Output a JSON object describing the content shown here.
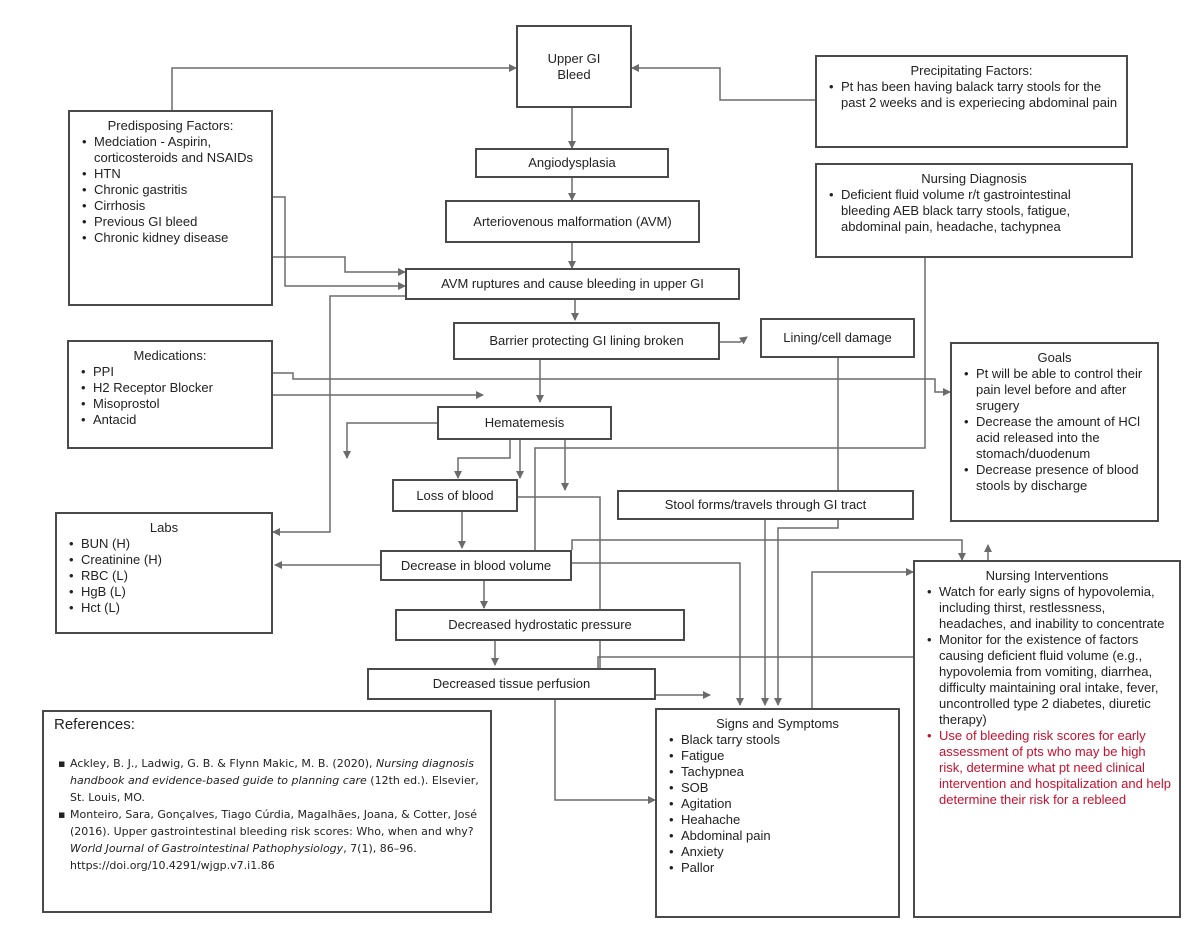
{
  "nodes": {
    "upper_gi": "Upper GI\nBleed",
    "angiodysplasia": "Angiodysplasia",
    "avm": "Arteriovenous malformation (AVM)",
    "avm_ruptures": "AVM ruptures and cause bleeding in upper GI",
    "barrier": "Barrier protecting GI lining broken",
    "lining": "Lining/cell damage",
    "hematemesis": "Hematemesis",
    "loss_blood": "Loss of blood",
    "stool_forms": "Stool forms/travels through GI tract",
    "decrease_volume": "Decrease in blood volume",
    "hydrostatic": "Decreased hydrostatic pressure",
    "tissue_perfusion": "Decreased tissue perfusion"
  },
  "predisposing": {
    "title": "Predisposing Factors:",
    "items": [
      "Medciation - Aspirin, corticosteroids and NSAIDs",
      "HTN",
      "Chronic gastritis",
      "Cirrhosis",
      "Previous GI bleed",
      "Chronic kidney disease"
    ]
  },
  "precipitating": {
    "title": "Precipitating Factors:",
    "items": [
      "Pt has been having balack tarry stools for the past 2 weeks and is experiecing abdominal pain"
    ]
  },
  "nursing_diagnosis": {
    "title": "Nursing Diagnosis",
    "items": [
      "Deficient fluid volume r/t gastrointestinal bleeding AEB black tarry stools, fatigue, abdominal pain, headache, tachypnea"
    ]
  },
  "medications": {
    "title": "Medications:",
    "items": [
      "PPI",
      "H2 Receptor Blocker",
      "Misoprostol",
      "Antacid"
    ]
  },
  "goals": {
    "title": "Goals",
    "items": [
      "Pt will be able to control their pain level before and after srugery",
      "Decrease the amount of HCl acid released into the stomach/duodenum",
      "Decrease presence of blood stools by discharge"
    ]
  },
  "labs": {
    "title": "Labs",
    "items": [
      "BUN (H)",
      "Creatinine (H)",
      "RBC (L)",
      "HgB (L)",
      "Hct (L)"
    ]
  },
  "nursing_interventions": {
    "title": "Nursing Interventions",
    "items": [
      "Watch for early signs of hypovolemia, including thirst, restlessness, headaches, and inability to concentrate",
      "Monitor for the existence of factors causing deficient fluid volume (e.g., hypovolemia from vomiting, diarrhea, difficulty maintaining oral intake, fever, uncontrolled type 2 diabetes, diuretic therapy)"
    ],
    "highlight_item": "Use of bleeding risk scores for early assessment of pts who may be high risk, determine what pt need clinical intervention and hospitalization and help determine their risk for a rebleed",
    "highlight_color": "#c8102e"
  },
  "signs": {
    "title": "Signs and Symptoms",
    "items": [
      "Black tarry stools",
      "Fatigue",
      "Tachypnea",
      "SOB",
      "Agitation",
      "Heahache",
      "Abdominal pain",
      "Anxiety",
      "Pallor"
    ]
  },
  "references": {
    "title": "References:",
    "ref1": {
      "a": "Ackley, B. J., Ladwig, G. B. & Flynn Makic, M. B. (2020), ",
      "b": "Nursing diagnosis handbook and evidence-based guide to planning care",
      "c": " (12th ed.). Elsevier, St. Louis, MO."
    },
    "ref2": {
      "a": "Monteiro, Sara, Gonçalves, Tiago Cúrdia, Magalhães, Joana, & Cotter, José (2016). Upper gastrointestinal bleeding risk scores: Who, when and why? ",
      "b": "World Journal of Gastrointestinal Pathophysiology",
      "c": ", 7(1), 86–96. https://doi.org/10.4291/wjgp.v7.i1.86"
    }
  },
  "colors": {
    "border": "#4a4a4a",
    "line": "#6b6b6b",
    "text": "#222222",
    "highlight": "#c8102e"
  }
}
